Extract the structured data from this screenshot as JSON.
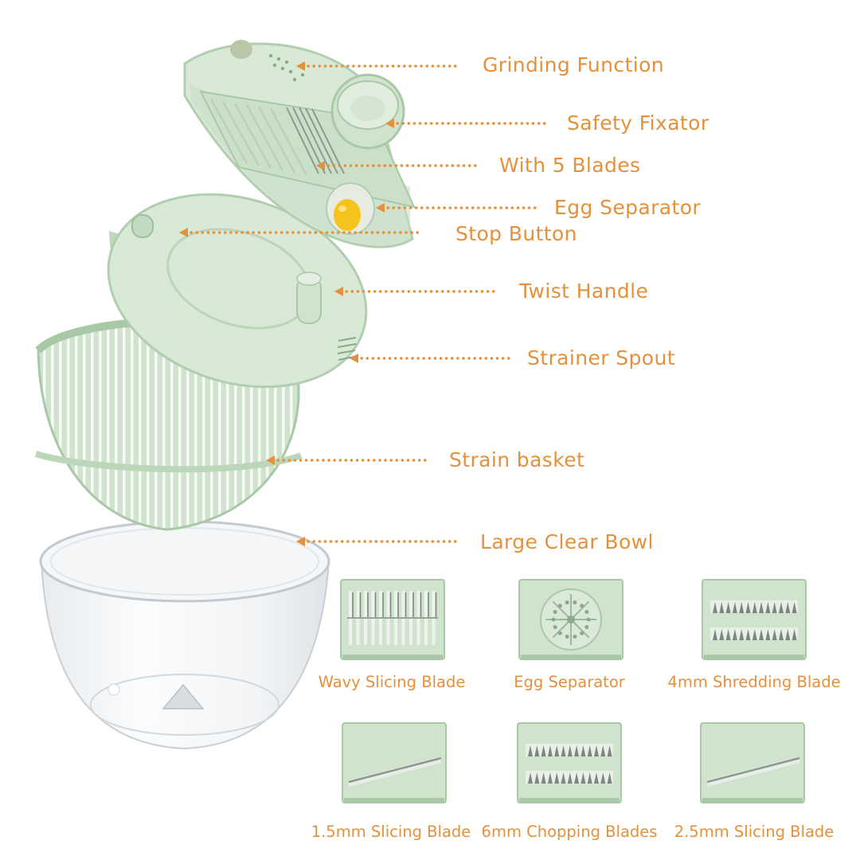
{
  "colors": {
    "accent": "#e5903a",
    "product_green": "#cfe3cd",
    "product_green_dark": "#a9c8a7"
  },
  "callouts": [
    {
      "label": "Grinding Function"
    },
    {
      "label": "Safety Fixator"
    },
    {
      "label": "With 5 Blades"
    },
    {
      "label": "Egg Separator"
    },
    {
      "label": "Stop Button"
    },
    {
      "label": "Twist Handle"
    },
    {
      "label": "Strainer Spout"
    },
    {
      "label": "Strain basket"
    },
    {
      "label": "Large Clear Bowl"
    }
  ],
  "blades": [
    {
      "label": "Wavy Slicing Blade",
      "pattern": "wavy"
    },
    {
      "label": "Egg Separator",
      "pattern": "egg"
    },
    {
      "label": "4mm Shredding Blade",
      "pattern": "shred"
    },
    {
      "label": "1.5mm Slicing Blade",
      "pattern": "slice"
    },
    {
      "label": "6mm Chopping Blades",
      "pattern": "chop"
    },
    {
      "label": "2.5mm Slicing Blade",
      "pattern": "slice"
    }
  ]
}
